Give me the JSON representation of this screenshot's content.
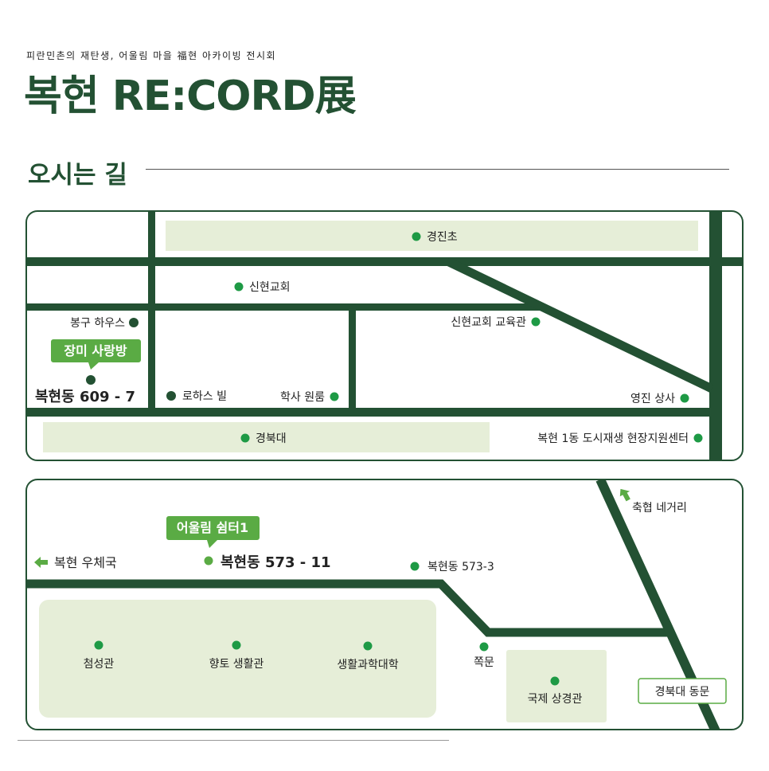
{
  "header": {
    "subtitle": "피란민촌의 재탄생, 어울림 마을 福현 아카이빙 전시회",
    "title": "복현 RE:CORD展"
  },
  "section": {
    "title": "오시는 길"
  },
  "colors": {
    "road": "#235133",
    "dot": "#1e9a45",
    "dark_dot": "#235133",
    "area": "#e6eed8",
    "callout": "#5aab44",
    "border": "#235133"
  },
  "map_top": {
    "places": {
      "gyeongjincho": "경진초",
      "sinhyeon_church": "신현교회",
      "bonggu_house": "봉구 하우스",
      "sinhyeon_education": "신현교회 교육관",
      "rohas_bill": "로하스 빌",
      "haksa_wonroom": "학사 원룸",
      "yeongjin_sangsa": "영진 상사",
      "knu": "경북대",
      "regen_center": "복현 1동 도시재생 현장지원센터"
    },
    "venue_callout": "장미 사랑방",
    "venue_address": "복현동 609 - 7"
  },
  "map_bottom": {
    "places": {
      "post_office": "복현 우체국",
      "address_573_3": "복현동 573-3",
      "chukhyeop": "축협 네거리",
      "cheomseong": "첨성관",
      "hyangto": "향토 생활관",
      "life_science": "생활과학대학",
      "jjokmun": "쪽문",
      "international": "국제 상경관",
      "east_gate": "경북대 동문"
    },
    "venue_callout": "어울림 쉼터1",
    "venue_address": "복현동 573 - 11"
  }
}
